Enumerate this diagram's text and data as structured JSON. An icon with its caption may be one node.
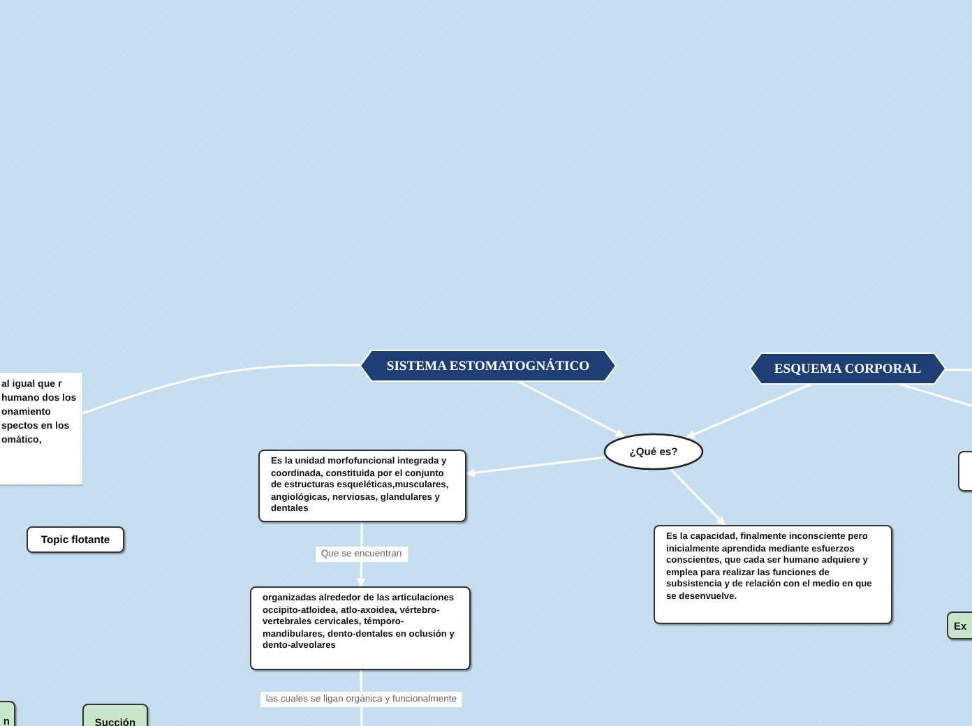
{
  "diagram": {
    "nodes": [
      {
        "text": [
          "al igual que r humano dos los onamiento spectos en los omático,"
        ]
      },
      {
        "text": [
          "Topic flotante"
        ]
      },
      {
        "text": [
          "SISTEMA ESTOMATOGNÁTICO"
        ]
      },
      {
        "text": [
          "ESQUEMA CORPORAL"
        ]
      },
      {
        "text": [
          "¿Qué es?"
        ]
      },
      {
        "text": [
          "Es la unidad morfofuncional integrada y coordinada, constituida por el conjunto de estructuras esqueléticas,musculares, angiológicas, nerviosas, glandulares y dentales"
        ]
      },
      {
        "text": [
          "organizadas alrededor de las articulaciones occipito-atloidea, atlo-axoidea, vértebro-vertebrales cervicales, témporo-mandibulares, dento-dentales en oclusión y dento-alveolares"
        ]
      },
      {
        "text": [
          "Es la capacidad, finalmente inconsciente pero inicialmente aprendida mediante esfuerzos conscientes, que cada ser humano adquiere y emplea para realizar las funciones de subsistencia y de relación con el medio en que se desenvuelve."
        ]
      },
      {
        "text": [],
        "shape": "box"
      },
      {
        "text": [
          "Ex"
        ]
      },
      {
        "text": [
          "n"
        ]
      },
      {
        "text": [
          "Succión"
        ]
      }
    ],
    "edges": [
      {
        "from": 2,
        "to": 0,
        "arrow": "none"
      },
      {
        "from": 2,
        "to": 4,
        "arrow": "to"
      },
      {
        "from": 3,
        "to": 4,
        "arrow": "to"
      },
      {
        "from": 4,
        "to": 5,
        "arrow": "to"
      },
      {
        "from": 4,
        "to": 7,
        "arrow": "to"
      },
      {
        "from": 5,
        "to": 6,
        "arrow": "to",
        "label": "Que se encuentran"
      },
      {
        "from": 6,
        "to": null,
        "arrow": "none",
        "label": "las cuales se ligan orgánica y funcionalmente"
      },
      {
        "from": 3,
        "to": null,
        "arrow": "none"
      },
      {
        "from": 3,
        "to": null,
        "arrow": "none"
      }
    ]
  }
}
